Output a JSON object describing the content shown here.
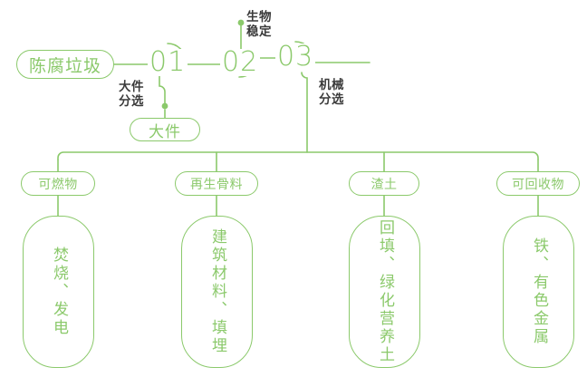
{
  "theme": {
    "accent": "#8bc96b",
    "note_color": "#3a3a3a",
    "background": "#ffffff"
  },
  "diagram": {
    "type": "process-flow",
    "title_node": {
      "label": "陈腐垃圾"
    },
    "steps": [
      {
        "id": "01",
        "number": "01",
        "note": "大件\n分选",
        "output": "大件"
      },
      {
        "id": "02",
        "number": "02",
        "note": "生物\n稳定",
        "output": ""
      },
      {
        "id": "03",
        "number": "03",
        "note": "机械\n分选",
        "output": ""
      }
    ],
    "branch_outputs": [
      {
        "label": "可燃物",
        "result": "焚烧、发电"
      },
      {
        "label": "再生骨料",
        "result": "建筑材料、填埋"
      },
      {
        "label": "渣土",
        "result": "回填、绿化营养土"
      },
      {
        "label": "可回收物",
        "result": "铁、有色金属"
      }
    ]
  }
}
